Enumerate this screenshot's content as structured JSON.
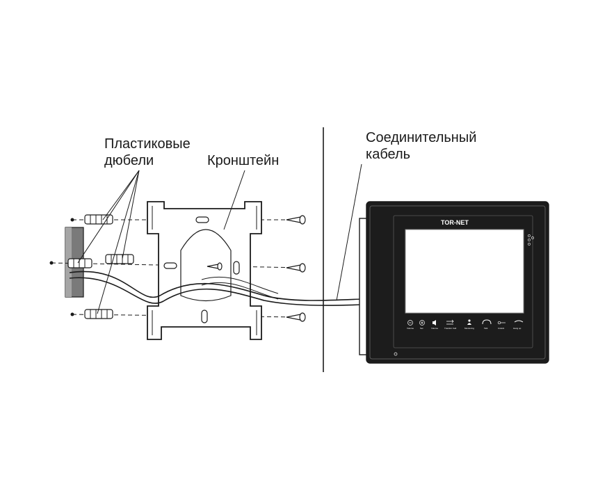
{
  "labels": {
    "dowels": [
      "Пластиковые",
      "дюбели"
    ],
    "bracket": "Кронштейн",
    "cable": [
      "Соединительный",
      "кабель"
    ]
  },
  "monitor": {
    "brand": "TOR-NET",
    "buttons": [
      {
        "icon": "minus-icon",
        "label": "Volume"
      },
      {
        "icon": "plus-icon",
        "label": "Set"
      },
      {
        "icon": "speaker-icon",
        "label": "Volume"
      },
      {
        "icon": "transfer-icon",
        "label": "Transfer Call"
      },
      {
        "icon": "person-icon",
        "label": "Monitoring"
      },
      {
        "icon": "phone-icon",
        "label": "Talk"
      },
      {
        "icon": "key-icon",
        "label": "Unlock"
      },
      {
        "icon": "hangup-icon",
        "label": "Hang up"
      }
    ]
  },
  "colors": {
    "line": "#1a1a1a",
    "wall_block": "#7a7a7a",
    "screen": "#ffffff",
    "bezel": "#1c1c1c"
  }
}
